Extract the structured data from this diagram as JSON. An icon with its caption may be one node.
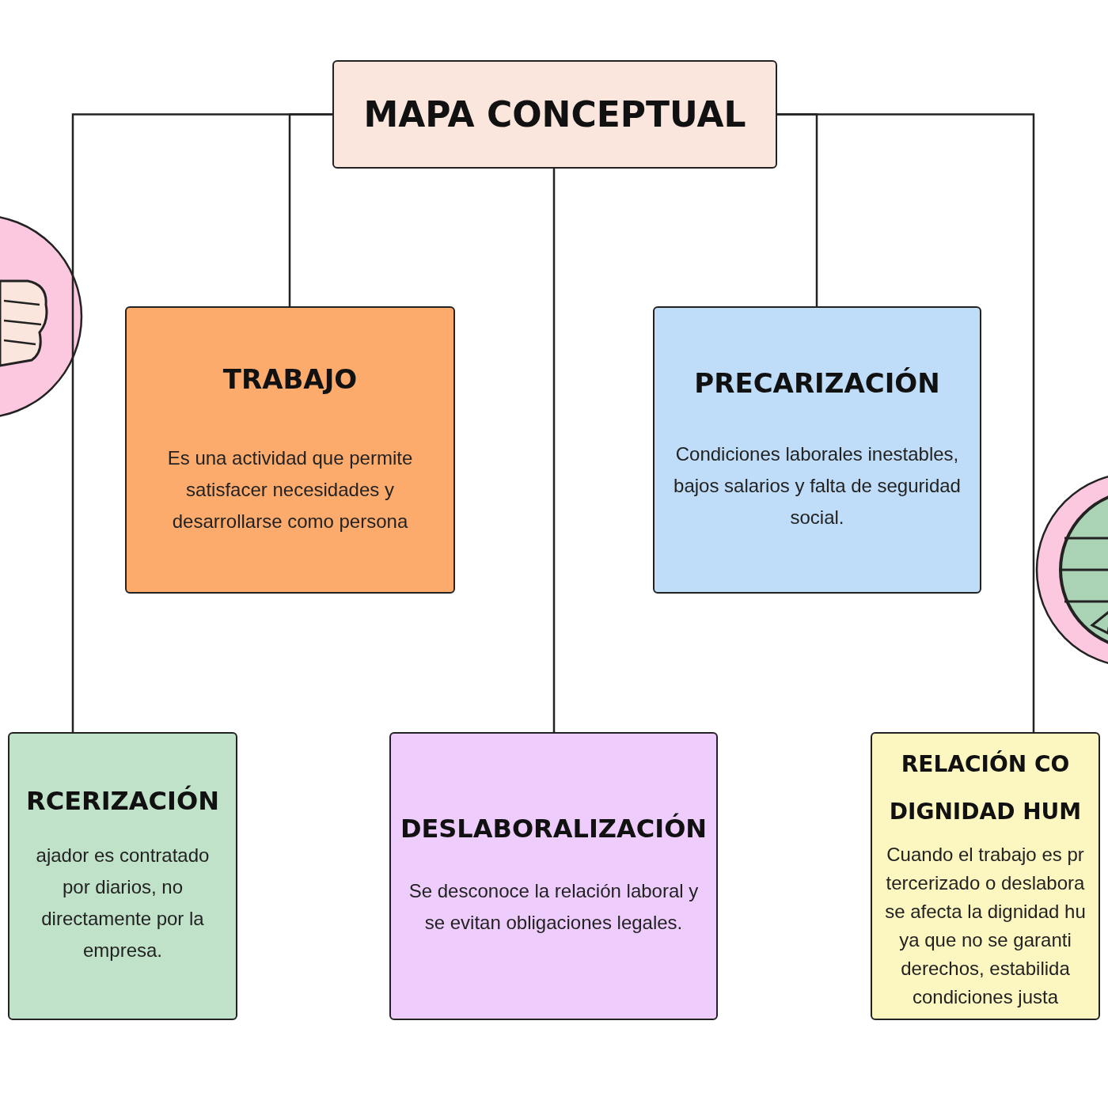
{
  "diagram": {
    "nodes": [
      {
        "text": [
          "MAPA CONCEPTUAL"
        ]
      },
      {
        "text": [
          "TRABAJO",
          "Es una actividad que permite satisfacer necesidades y desarrollarse como persona"
        ]
      },
      {
        "text": [
          "PRECARIZACIÓN",
          "Condiciones laborales inestables, bajos salarios y falta de seguridad social."
        ]
      },
      {
        "text": [
          "RCERIZACIÓN",
          "ajador es contratado por diarios, no directamente por la empresa."
        ]
      },
      {
        "text": [
          "DESLABORALIZACIÓN",
          "Se desconoce la relación laboral y se evitan obligaciones legales."
        ]
      },
      {
        "text": [
          "RELACIÓN CO DIGNIDAD HUM",
          "Cuando el trabajo es pr tercerizado o deslabora se afecta la dignidad hu ya que no se garanti derechos, estabilida condiciones justa"
        ]
      }
    ],
    "edges": [
      {
        "from": 0,
        "to": 1,
        "arrow": "none"
      },
      {
        "from": 0,
        "to": 2,
        "arrow": "none"
      },
      {
        "from": 0,
        "to": 3,
        "arrow": "none"
      },
      {
        "from": 0,
        "to": 4,
        "arrow": "none"
      },
      {
        "from": 0,
        "to": 5,
        "arrow": "none"
      }
    ]
  }
}
